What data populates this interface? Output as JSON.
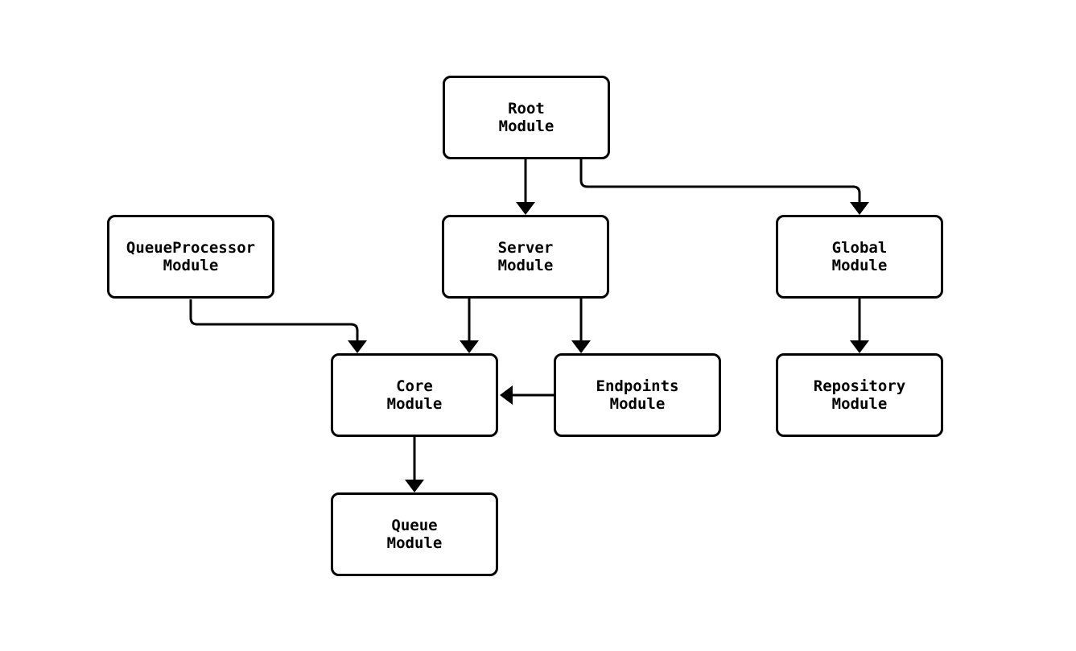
{
  "diagram": {
    "type": "module-dependency-graph",
    "nodes": [
      {
        "id": "root",
        "lines": [
          "Root",
          "Module"
        ]
      },
      {
        "id": "queueprocessor",
        "lines": [
          "QueueProcessor",
          "Module"
        ]
      },
      {
        "id": "server",
        "lines": [
          "Server",
          "Module"
        ]
      },
      {
        "id": "global",
        "lines": [
          "Global",
          "Module"
        ]
      },
      {
        "id": "core",
        "lines": [
          "Core",
          "Module"
        ]
      },
      {
        "id": "endpoints",
        "lines": [
          "Endpoints",
          "Module"
        ]
      },
      {
        "id": "repository",
        "lines": [
          "Repository",
          "Module"
        ]
      },
      {
        "id": "queue",
        "lines": [
          "Queue",
          "Module"
        ]
      }
    ],
    "edges": [
      {
        "from": "root",
        "to": "server"
      },
      {
        "from": "root",
        "to": "global"
      },
      {
        "from": "queueprocessor",
        "to": "core"
      },
      {
        "from": "server",
        "to": "core"
      },
      {
        "from": "server",
        "to": "endpoints"
      },
      {
        "from": "endpoints",
        "to": "core"
      },
      {
        "from": "global",
        "to": "repository"
      },
      {
        "from": "core",
        "to": "queue"
      }
    ],
    "colors": {
      "background": "#ffffff",
      "node_fill": "#ffffff",
      "node_border": "#000000",
      "edge": "#000000",
      "text": "#000000"
    }
  }
}
